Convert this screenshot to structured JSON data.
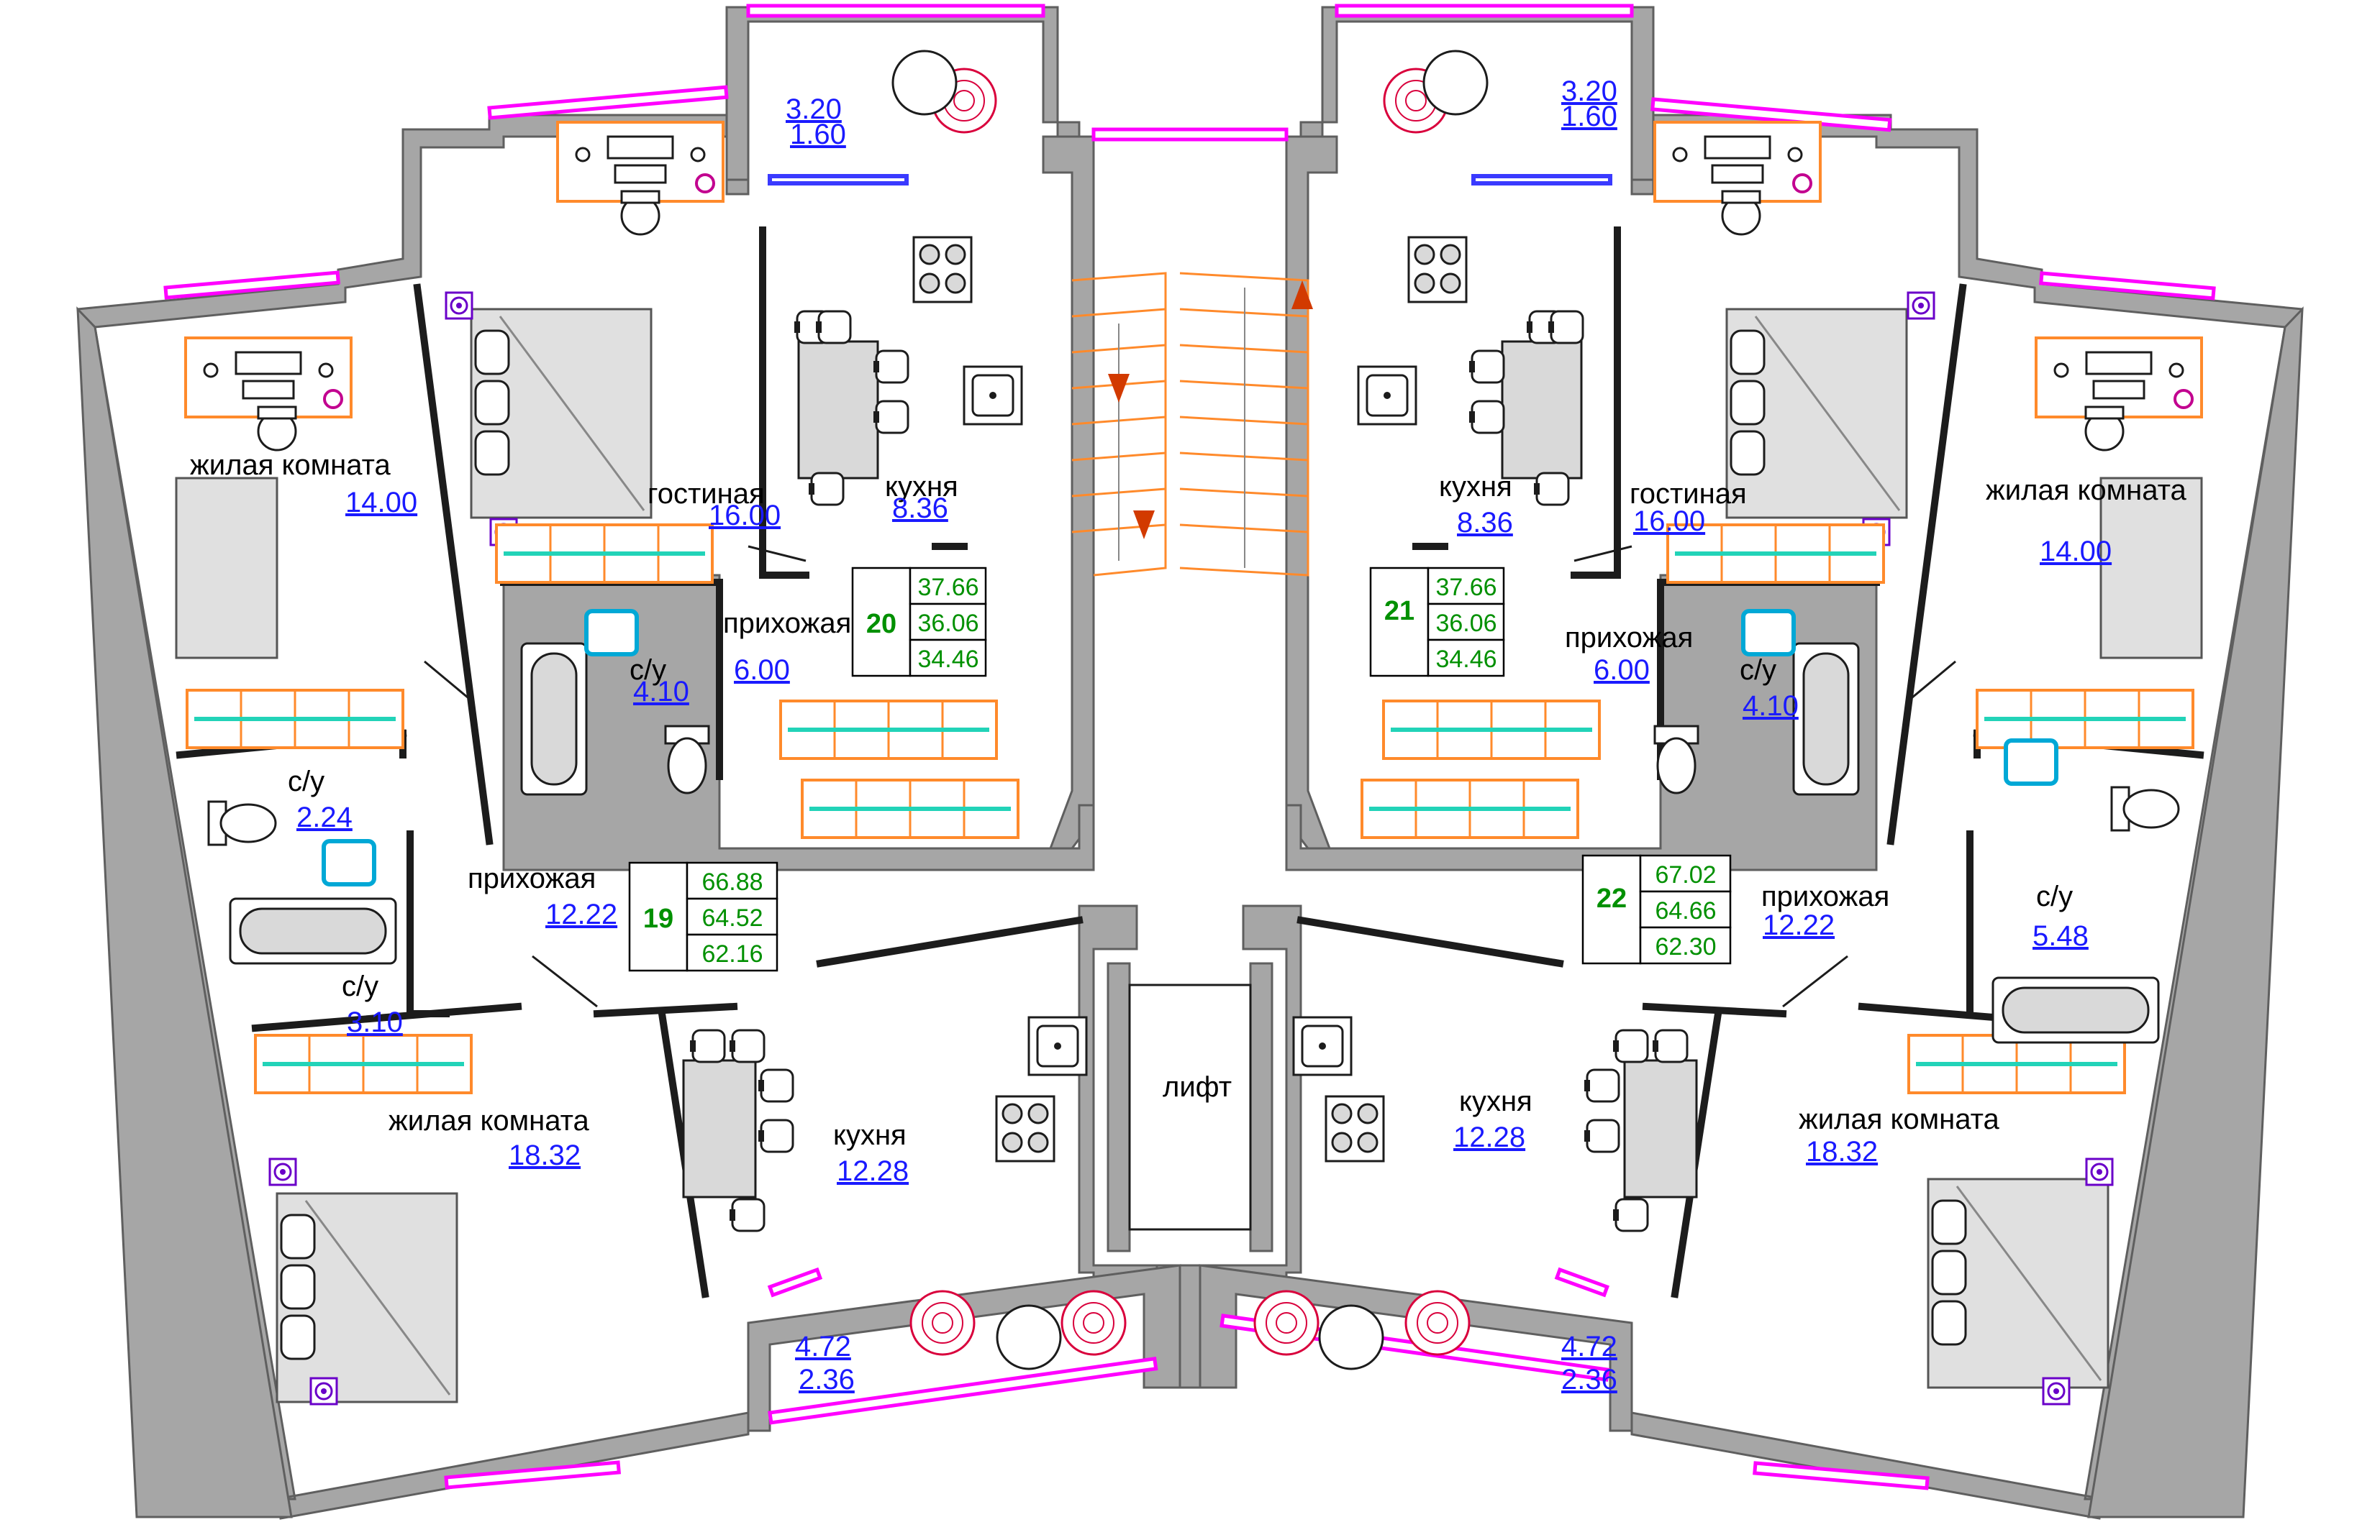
{
  "colors": {
    "area_text": "#1a1aff",
    "apartment_text": "#009000",
    "window": "#ff00ff",
    "wall": "#a6a6a6",
    "stairs": "#ff8a2b",
    "wardrobe_rail": "#22d3b8"
  },
  "rooms": {
    "a20": {
      "living_room_label": "жилая комната",
      "living_room_area": "14.00",
      "lounge_label": "гостиная",
      "lounge_area": "16.00",
      "kitchen_label": "кухня",
      "kitchen_area": "8.36",
      "balcony_area_total": "3.20",
      "balcony_area_reduced": "1.60",
      "hall_label": "прихожая",
      "hall_area": "6.00",
      "bath_label": "с/у",
      "bath_area": "4.10"
    },
    "a19": {
      "wc_label": "с/у",
      "wc_area": "2.24",
      "bath_label": "с/у",
      "bath_area": "3.10",
      "hall_label": "прихожая",
      "hall_area": "12.22",
      "living_room_label": "жилая комната",
      "living_room_area": "18.32",
      "kitchen_label": "кухня",
      "kitchen_area": "12.28",
      "balcony_area_total": "4.72",
      "balcony_area_reduced": "2.36"
    },
    "a21": {
      "kitchen_label": "кухня",
      "kitchen_area": "8.36",
      "lounge_label": "гостиная",
      "lounge_area": "16.00",
      "living_room_label": "жилая комната",
      "living_room_area": "14.00",
      "balcony_area_total": "3.20",
      "balcony_area_reduced": "1.60",
      "hall_label": "прихожая",
      "hall_area": "6.00",
      "bath_label": "с/у",
      "bath_area": "4.10"
    },
    "a22": {
      "hall_label": "прихожая",
      "hall_area": "12.22",
      "bath_label": "с/у",
      "bath_area": "5.48",
      "living_room_label": "жилая комната",
      "living_room_area": "18.32",
      "kitchen_label": "кухня",
      "kitchen_area": "12.28",
      "balcony_area_total": "4.72",
      "balcony_area_reduced": "2.36"
    },
    "elevator_label": "лифт"
  },
  "apartments": {
    "a20": {
      "number": "20",
      "areas": [
        "37.66",
        "36.06",
        "34.46"
      ]
    },
    "a21": {
      "number": "21",
      "areas": [
        "37.66",
        "36.06",
        "34.46"
      ]
    },
    "a19": {
      "number": "19",
      "areas": [
        "66.88",
        "64.52",
        "62.16"
      ]
    },
    "a22": {
      "number": "22",
      "areas": [
        "67.02",
        "64.66",
        "62.30"
      ]
    }
  }
}
